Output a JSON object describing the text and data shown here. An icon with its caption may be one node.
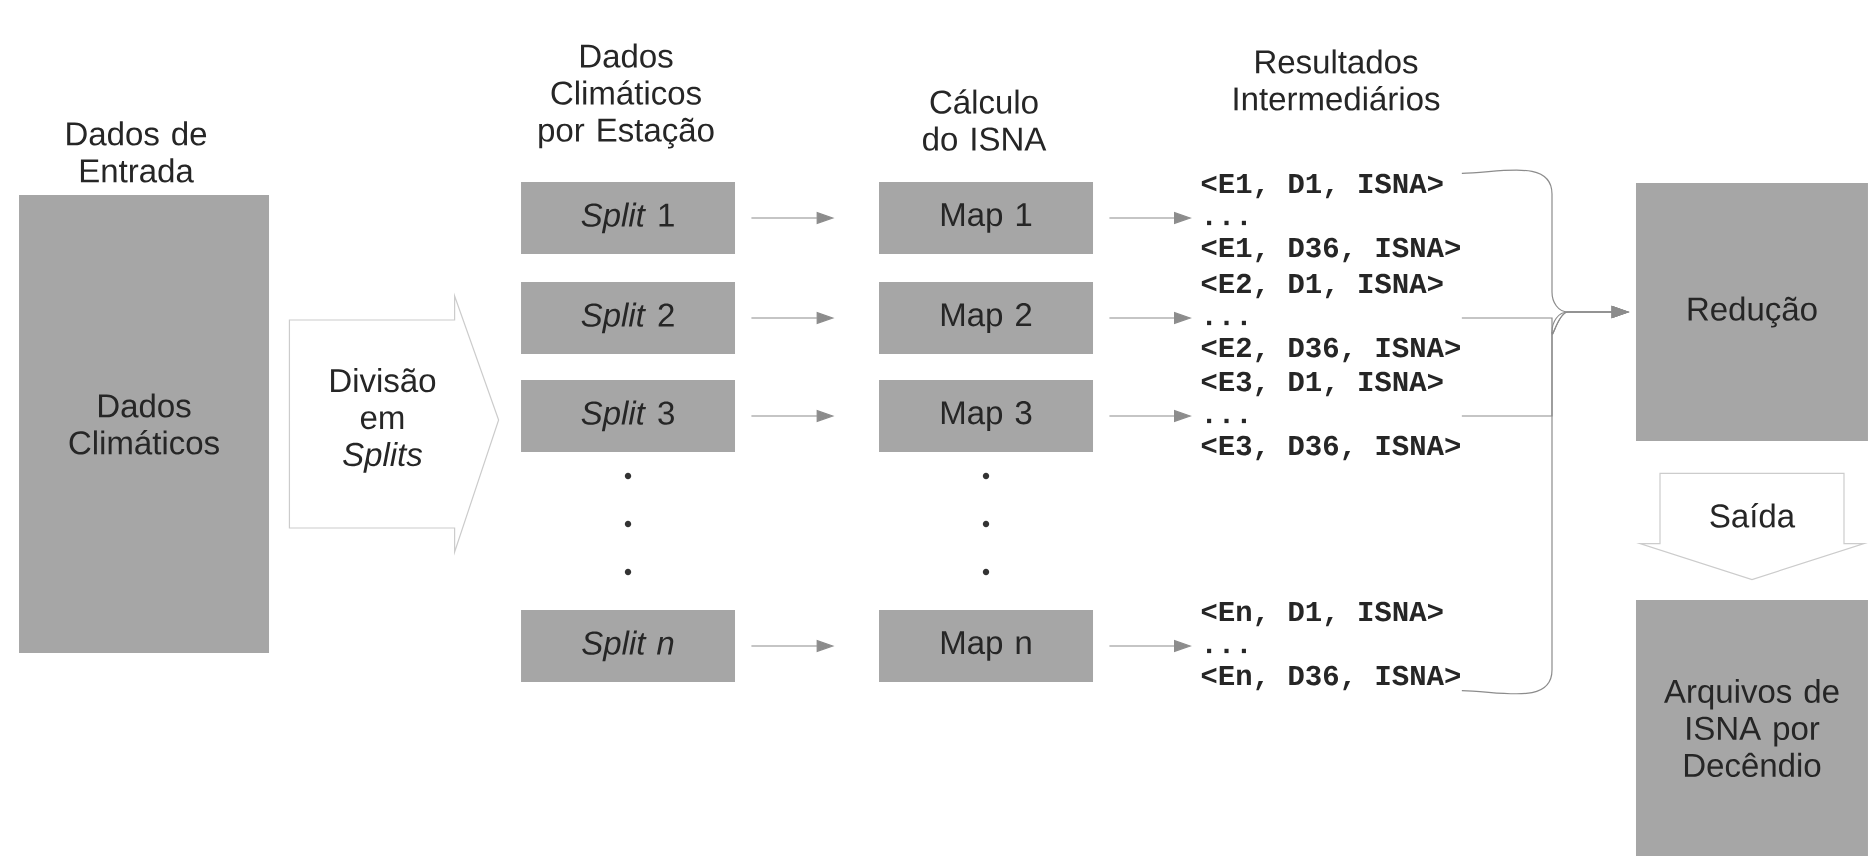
{
  "diagram": {
    "nodes": [
      {
        "text": [
          "Dados de Entrada",
          "Dados Climáticos"
        ]
      },
      {
        "text": [
          "*Split* 1"
        ]
      },
      {
        "text": [
          "*Split* 2"
        ]
      },
      {
        "text": [
          "*Split* 3"
        ]
      },
      {
        "text": [
          "*Split n*"
        ]
      },
      {
        "text": [
          "Map 1"
        ]
      },
      {
        "text": [
          "Map 2"
        ]
      },
      {
        "text": [
          "Map 3"
        ]
      },
      {
        "text": [
          "Map n"
        ]
      },
      {
        "text": [
          "<E1, D1, ISNA>",
          "...",
          "<E1, D36, ISNA>"
        ]
      },
      {
        "text": [
          "<E2, D1, ISNA>",
          "...",
          "<E2, D36, ISNA>"
        ]
      },
      {
        "text": [
          "<E3, D1, ISNA>",
          "...",
          "<E3, D36, ISNA>"
        ]
      },
      {
        "text": [
          "<En, D1, ISNA>",
          "...",
          "<En, D36, ISNA>"
        ]
      },
      {
        "text": [
          "Redução"
        ]
      },
      {
        "text": [
          "Arquivos de ISNA por Decêndio"
        ]
      }
    ],
    "edges": [
      {
        "from": 0,
        "to": 3,
        "arrow": "to",
        "label": "Divisão em *Splits*"
      },
      {
        "from": 1,
        "to": 5,
        "arrow": "to"
      },
      {
        "from": 2,
        "to": 6,
        "arrow": "to"
      },
      {
        "from": 3,
        "to": 7,
        "arrow": "to"
      },
      {
        "from": 4,
        "to": 8,
        "arrow": "to"
      },
      {
        "from": 5,
        "to": 9,
        "arrow": "to"
      },
      {
        "from": 6,
        "to": 10,
        "arrow": "to"
      },
      {
        "from": 7,
        "to": 11,
        "arrow": "to"
      },
      {
        "from": 8,
        "to": 12,
        "arrow": "to"
      },
      {
        "from": 9,
        "to": 13,
        "arrow": "to"
      },
      {
        "from": 10,
        "to": 13,
        "arrow": "to"
      },
      {
        "from": 11,
        "to": 13,
        "arrow": "to"
      },
      {
        "from": 12,
        "to": 13,
        "arrow": "to"
      },
      {
        "from": 13,
        "to": 14,
        "arrow": "to",
        "label": "Saída"
      }
    ],
    "labels": [
      "Dados Climáticos por Estação",
      "Cálculo do ISNA",
      "Resultados Intermediários"
    ]
  }
}
